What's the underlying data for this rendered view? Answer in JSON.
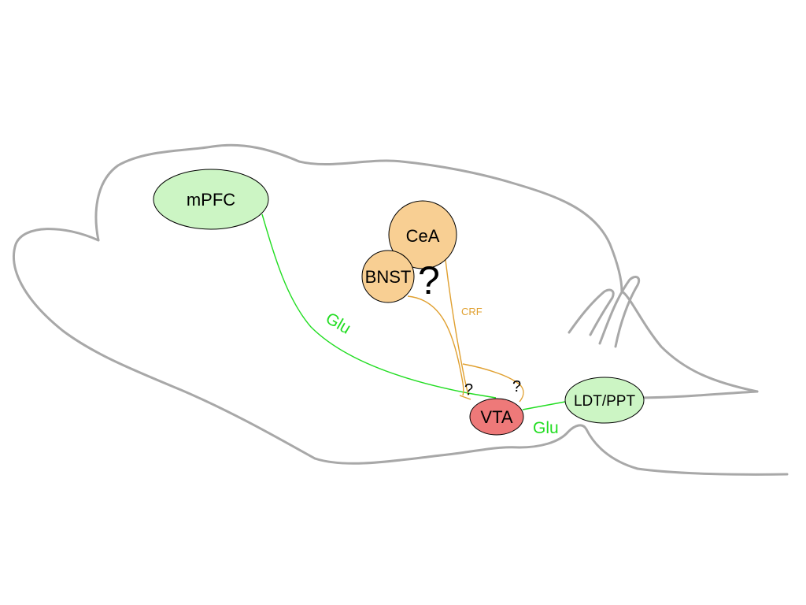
{
  "colors": {
    "brain_outline": "#a8a8a8",
    "green_region_fill": "#ccf5c4",
    "orange_region_fill": "#f8cf93",
    "vta_fill": "#ee7979",
    "glutamate_projection": "#22dd22",
    "crf_projection": "#e0a030"
  },
  "regions": {
    "mpfc": "mPFC",
    "cea": "CeA",
    "bnst": "BNST",
    "vta": "VTA",
    "ldt_ppt": "LDT/PPT"
  },
  "projections": {
    "glu_mpfc": "Glu",
    "glu_ldt": "Glu",
    "crf": "CRF"
  },
  "unknowns": {
    "bnst_mark": "?",
    "vta_left_mark": "?",
    "vta_right_mark": "?"
  }
}
